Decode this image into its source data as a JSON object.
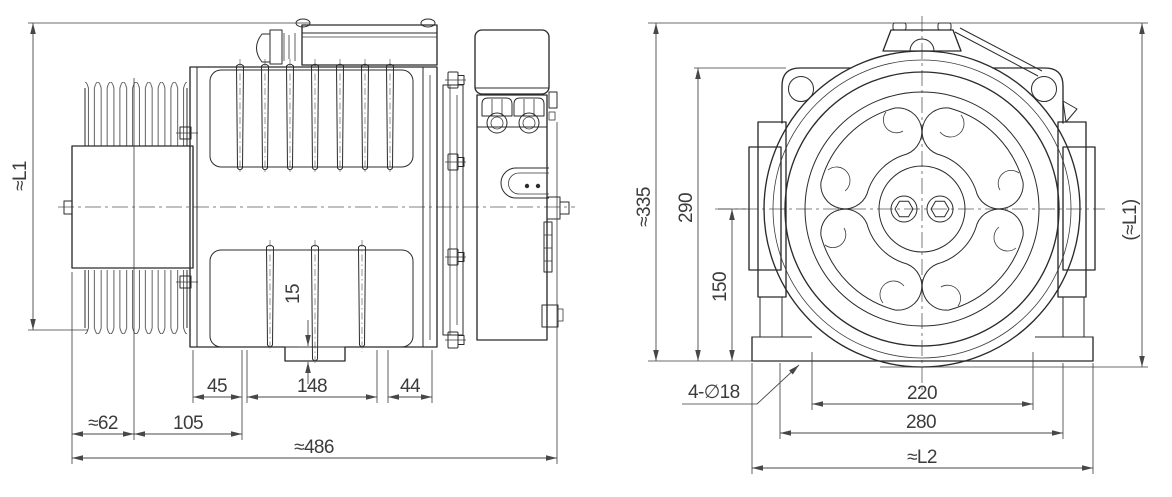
{
  "colors": {
    "object_line": "#2b2b2b",
    "dimension_line": "#474747",
    "dimension_text": "#3c3c3c",
    "background": "#ffffff"
  },
  "views": {
    "side": {
      "dims": {
        "l1": "≈L1",
        "step15": "15",
        "d45": "45",
        "d148": "148",
        "d44": "44",
        "d62": "≈62",
        "d105": "105",
        "d486": "≈486"
      }
    },
    "front": {
      "dims": {
        "d335": "≈335",
        "d290": "290",
        "d150": "150",
        "l1_ref": "(≈L1)",
        "holes": "4-∅18",
        "d220": "220",
        "d280": "280",
        "l2": "≈L2"
      }
    }
  }
}
